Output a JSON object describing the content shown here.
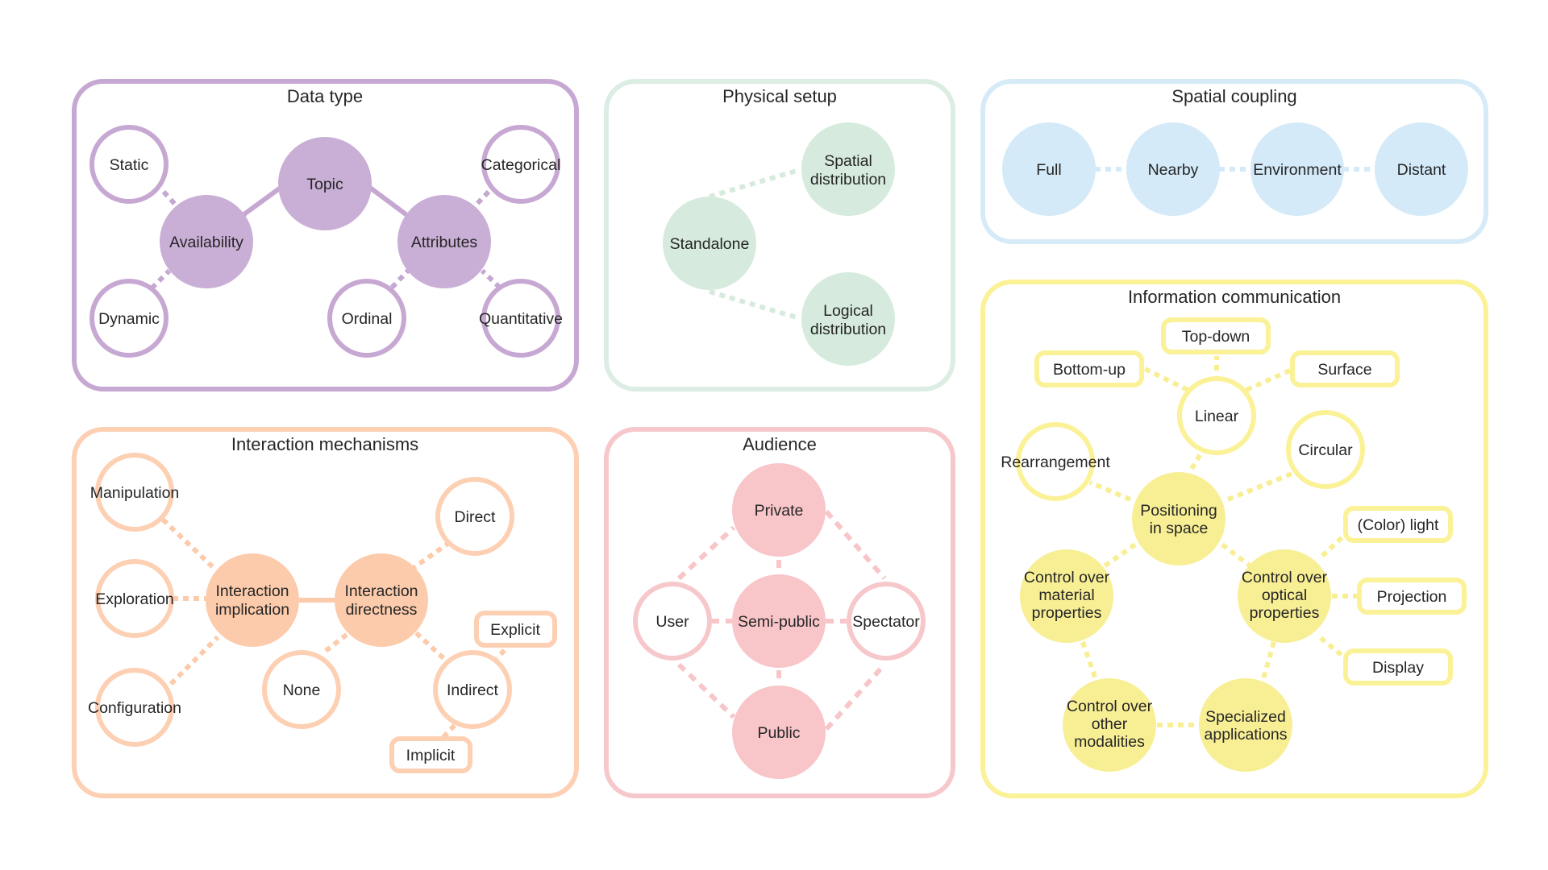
{
  "colors": {
    "purple": {
      "stroke": "#c7a8d3",
      "fill": "#c9aed6",
      "line": "#c5a7d2"
    },
    "green": {
      "stroke": "#dcede3",
      "fill": "#d6ebdd",
      "line": "#d6ebdd"
    },
    "blue": {
      "stroke": "#d6ebf7",
      "fill": "#d4eaf8",
      "line": "#d4eaf8"
    },
    "orange": {
      "stroke": "#fdd0b4",
      "fill": "#fccbab",
      "line": "#fccbab"
    },
    "pink": {
      "stroke": "#f7c8cb",
      "fill": "#f8c5c9",
      "line": "#f8c5c9"
    },
    "yellow": {
      "stroke": "#fbf196",
      "fill": "#f8ef95",
      "line": "#f8ef95"
    }
  },
  "panels": {
    "data_type": {
      "title": "Data type",
      "nodes": {
        "topic": "Topic",
        "availability": "Availability",
        "attributes": "Attributes",
        "static": "Static",
        "dynamic": "Dynamic",
        "categorical": "Categorical",
        "ordinal": "Ordinal",
        "quantitative": "Quantitative"
      }
    },
    "physical_setup": {
      "title": "Physical setup",
      "nodes": {
        "standalone": "Standalone",
        "spatial": [
          "Spatial",
          "distribution"
        ],
        "logical": [
          "Logical",
          "distribution"
        ]
      }
    },
    "spatial_coupling": {
      "title": "Spatial coupling",
      "nodes": {
        "full": "Full",
        "nearby": "Nearby",
        "environment": "Environment",
        "distant": "Distant"
      }
    },
    "interaction": {
      "title": "Interaction mechanisms",
      "nodes": {
        "implication": [
          "Interaction",
          "implication"
        ],
        "directness": [
          "Interaction",
          "directness"
        ],
        "manipulation": "Manipulation",
        "exploration": "Exploration",
        "configuration": "Configuration",
        "direct": "Direct",
        "none": "None",
        "indirect": "Indirect",
        "explicit": "Explicit",
        "implicit": "Implicit"
      }
    },
    "audience": {
      "title": "Audience",
      "nodes": {
        "private": "Private",
        "semi_public": "Semi-public",
        "public": "Public",
        "user": "User",
        "spectator": "Spectator"
      }
    },
    "info_comm": {
      "title": "Information communication",
      "nodes": {
        "positioning": [
          "Positioning",
          "in space"
        ],
        "linear": "Linear",
        "circular": "Circular",
        "rearrangement": "Rearrangement",
        "top_down": "Top-down",
        "bottom_up": "Bottom-up",
        "surface": "Surface",
        "material": [
          "Control over",
          "material",
          "properties"
        ],
        "optical": [
          "Control over",
          "optical",
          "properties"
        ],
        "other": [
          "Control over",
          "other",
          "modalities"
        ],
        "specialized": [
          "Specialized",
          "applications"
        ],
        "color_light": "(Color) light",
        "projection": "Projection",
        "display": "Display"
      }
    }
  }
}
